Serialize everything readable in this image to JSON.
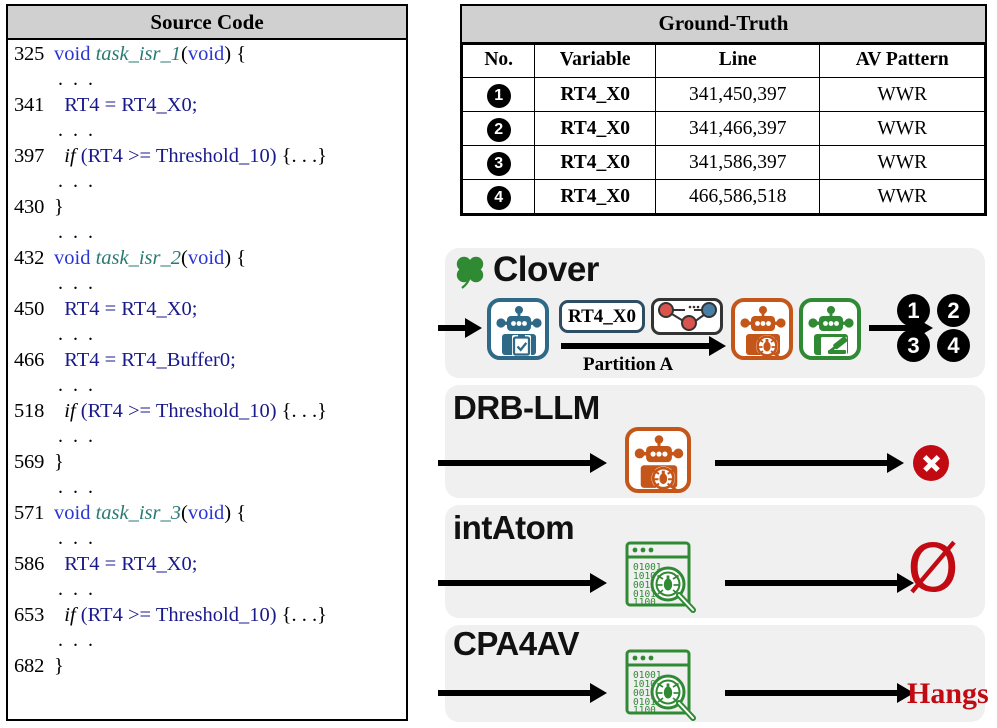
{
  "source_panel": {
    "title": "Source Code",
    "lines": [
      {
        "num": "325",
        "parts": [
          {
            "t": "void ",
            "c": "kw"
          },
          {
            "t": "task_isr_1",
            "c": "fn"
          },
          {
            "t": "(",
            "c": "pl"
          },
          {
            "t": "void",
            "c": "kw"
          },
          {
            "t": ") {",
            "c": "pl"
          }
        ]
      },
      {
        "ellipsis": true
      },
      {
        "num": "341",
        "parts": [
          {
            "t": "  RT4 = RT4_X0;",
            "c": "code"
          }
        ]
      },
      {
        "ellipsis": true
      },
      {
        "num": "397",
        "parts": [
          {
            "t": "  if ",
            "c": "it"
          },
          {
            "t": "(RT4 >= Threshold_10)",
            "c": "code"
          },
          {
            "t": " {. . .}",
            "c": "pl"
          }
        ]
      },
      {
        "ellipsis": true
      },
      {
        "num": "430",
        "parts": [
          {
            "t": "}",
            "c": "pl"
          }
        ]
      },
      {
        "ellipsis": true
      },
      {
        "num": "432",
        "parts": [
          {
            "t": "void ",
            "c": "kw"
          },
          {
            "t": "task_isr_2",
            "c": "fn"
          },
          {
            "t": "(",
            "c": "pl"
          },
          {
            "t": "void",
            "c": "kw"
          },
          {
            "t": ") {",
            "c": "pl"
          }
        ]
      },
      {
        "ellipsis": true
      },
      {
        "num": "450",
        "parts": [
          {
            "t": "  RT4 = RT4_X0;",
            "c": "code"
          }
        ]
      },
      {
        "ellipsis": true
      },
      {
        "num": "466",
        "parts": [
          {
            "t": "  RT4 = RT4_Buffer0;",
            "c": "code"
          }
        ]
      },
      {
        "ellipsis": true
      },
      {
        "num": "518",
        "parts": [
          {
            "t": "  if ",
            "c": "it"
          },
          {
            "t": "(RT4 >= Threshold_10)",
            "c": "code"
          },
          {
            "t": " {. . .}",
            "c": "pl"
          }
        ]
      },
      {
        "ellipsis": true
      },
      {
        "num": "569",
        "parts": [
          {
            "t": "}",
            "c": "pl"
          }
        ]
      },
      {
        "ellipsis": true
      },
      {
        "num": "571",
        "parts": [
          {
            "t": "void ",
            "c": "kw"
          },
          {
            "t": "task_isr_3",
            "c": "fn"
          },
          {
            "t": "(",
            "c": "pl"
          },
          {
            "t": "void",
            "c": "kw"
          },
          {
            "t": ") {",
            "c": "pl"
          }
        ]
      },
      {
        "ellipsis": true
      },
      {
        "num": "586",
        "parts": [
          {
            "t": "  RT4 = RT4_X0;",
            "c": "code"
          }
        ]
      },
      {
        "ellipsis": true
      },
      {
        "num": "653",
        "parts": [
          {
            "t": "  if ",
            "c": "it"
          },
          {
            "t": "(RT4 >= Threshold_10)",
            "c": "code"
          },
          {
            "t": " {. . .}",
            "c": "pl"
          }
        ]
      },
      {
        "ellipsis": true
      },
      {
        "num": "682",
        "parts": [
          {
            "t": "}",
            "c": "pl"
          }
        ]
      }
    ]
  },
  "ground_truth": {
    "title": "Ground-Truth",
    "headers": [
      "No.",
      "Variable",
      "Line",
      "AV Pattern"
    ],
    "rows": [
      {
        "no": "1",
        "variable": "RT4_X0",
        "line": "341,450,397",
        "av_pattern": "WWR"
      },
      {
        "no": "2",
        "variable": "RT4_X0",
        "line": "341,466,397",
        "av_pattern": "WWR"
      },
      {
        "no": "3",
        "variable": "RT4_X0",
        "line": "341,586,397",
        "av_pattern": "WWR"
      },
      {
        "no": "4",
        "variable": "RT4_X0",
        "line": "466,586,518",
        "av_pattern": "WWR"
      }
    ]
  },
  "tools": {
    "clover": {
      "name": "Clover",
      "logo_icon": "four-leaf-clover-icon",
      "variable_chip": "RT4_X0",
      "graph_icon": "dependency-graph-icon",
      "partition_label": "Partition A",
      "stage_icons": [
        "blue-planner-robot-icon",
        "orange-detector-robot-icon",
        "green-judge-robot-icon"
      ],
      "result_numbers": [
        "1",
        "2",
        "3",
        "4"
      ]
    },
    "drb_llm": {
      "name": "DRB-LLM",
      "stage_icons": [
        "orange-detector-robot-icon"
      ],
      "result_icon": "red-x-circle-icon",
      "result_label": ""
    },
    "intatom": {
      "name": "intAtom",
      "stage_icons": [
        "green-binary-scan-icon"
      ],
      "result_icon": "red-empty-set-icon",
      "result_label": "",
      "binary_lines": [
        "01001",
        "1010",
        "001",
        "0101",
        "1100"
      ]
    },
    "cpa4av": {
      "name": "CPA4AV",
      "stage_icons": [
        "green-binary-scan-icon"
      ],
      "result_icon": "hangs-text",
      "result_label": "Hangs",
      "binary_lines": [
        "01001",
        "1010",
        "001",
        "0101",
        "1100"
      ]
    }
  },
  "colors": {
    "panel_bg": "#f0f0f0",
    "header_bg": "#d0d0d0",
    "code_blue": "#19198c",
    "keyword_blue": "#2b35d4",
    "function_teal": "#2a7a72",
    "clover_green": "#2f8a33",
    "robot_blue": "#2e6a88",
    "robot_orange": "#c4561a",
    "robot_green": "#2f8a33",
    "error_red": "#c20a13"
  }
}
